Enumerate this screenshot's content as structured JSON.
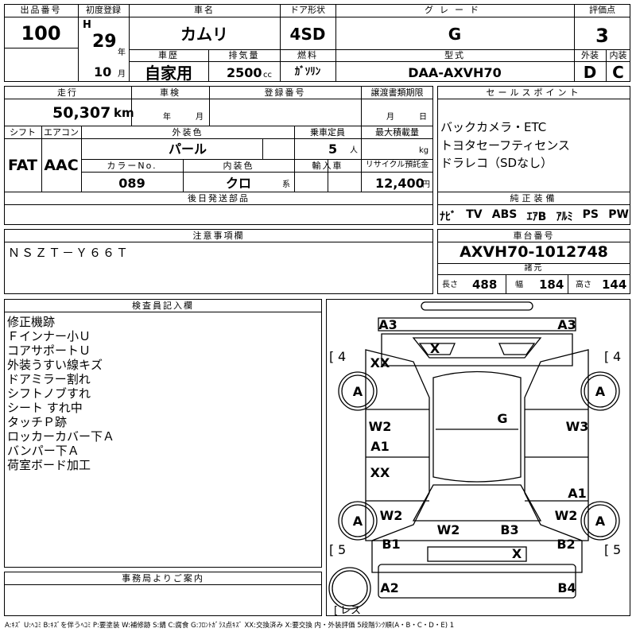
{
  "header": {
    "lot_label": "出品番号",
    "lot": "100",
    "first_reg_label": "初度登録",
    "era": "H",
    "year": "29",
    "year_unit": "年",
    "month": "10",
    "month_unit": "月",
    "car_name_label": "車名",
    "car_name": "カムリ",
    "door_label": "ドア形状",
    "door": "4SD",
    "grade_label": "グレード",
    "grade": "G",
    "score_label": "評価点",
    "score": "3",
    "history_label": "車歴",
    "history": "自家用",
    "displacement_label": "排気量",
    "displacement": "2500",
    "displacement_unit": "cc",
    "fuel_label": "燃料",
    "fuel": "ｶﾞｿﾘﾝ",
    "model_label": "型式",
    "model": "DAA-AXVH70",
    "ext_label": "外装",
    "ext": "D",
    "int_label": "内装",
    "int": "C"
  },
  "row2": {
    "mileage_label": "走行",
    "mileage": "50,307",
    "mileage_unit": "km",
    "inspection_label": "車検",
    "insp_year": "年",
    "insp_month": "月",
    "reg_label": "登録番号",
    "transfer_label": "譲渡書類期限",
    "transfer_month": "月",
    "transfer_day": "日",
    "shift_label": "シフト",
    "shift": "FAT",
    "ac_label": "エアコン",
    "ac": "AAC",
    "color_label": "外装色",
    "color": "パール",
    "capacity_label": "乗車定員",
    "capacity": "5",
    "capacity_unit": "人",
    "load_label": "最大積載量",
    "load_unit": "kg",
    "color_no_label": "カラーNo.",
    "color_no": "089",
    "interior_label": "内装色",
    "interior": "クロ",
    "interior_unit": "系",
    "import_label": "輸入車",
    "recycle_label": "リサイクル預託金",
    "recycle": "12,400",
    "recycle_unit": "円",
    "later_label": "後日発送部品"
  },
  "sales": {
    "label": "セールスポイント",
    "lines": [
      "バックカメラ・ETC",
      "トヨタセーフティセンス",
      "ドラレコ（SDなし）"
    ]
  },
  "equipment": {
    "label": "純正装備",
    "items": [
      "ﾅﾋﾞ",
      "TV",
      "ABS",
      "ｴｱB",
      "ｱﾙﾐ",
      "PS",
      "PW"
    ]
  },
  "notes": {
    "label": "注意事項欄",
    "text": "ＮＳＺＴ－Ｙ６６Ｔ"
  },
  "chassis": {
    "label": "車台番号",
    "number": "AXVH70-1012748",
    "dims_label": "諸元",
    "length_label": "長さ",
    "length": "488",
    "width_label": "幅",
    "width": "184",
    "height_label": "高さ",
    "height": "144"
  },
  "inspector": {
    "label": "検査員記入欄",
    "lines": [
      "修正機跡",
      "Ｆインナー小Ｕ",
      "コアサポートＵ",
      "外装うすい線キズ",
      "ドアミラー割れ",
      "シフトノブすれ",
      "シート すれ中",
      "タッチＰ跡",
      "ロッカーカバー下Ａ",
      "バンパー下Ａ",
      "荷室ボード加工"
    ]
  },
  "office": {
    "label": "事務局よりご案内"
  },
  "diagram": {
    "marks": {
      "fl_bumper": "A3",
      "fr_bumper": "A3",
      "windshield": "X",
      "left_tire_count": "4",
      "right_tire_count": "4",
      "hood_left": "XX",
      "tire_fl": "A",
      "tire_fr": "A",
      "roof": "G",
      "door_fl_1": "W2",
      "door_fl_2": "A1",
      "door_fr": "W3",
      "door_rl": "XX",
      "qtr_rr": "A1",
      "tire_rl": "A",
      "tire_rr": "A",
      "qtr_rl": "W2",
      "qtr_rr2": "W2",
      "rear_left": "W2",
      "rear_right": "B3",
      "rl_low": "B1",
      "rr_low": "B2",
      "rear_glass": "X",
      "rl_tire_count": "5",
      "rr_tire_count": "5",
      "bumper_rl": "A2",
      "bumper_rr": "B4",
      "spare": "レス"
    }
  },
  "legend": "A:ｷｽﾞ  U:ﾍｺﾐ  B:ｷｽﾞを伴うﾍｺﾐ  P:要塗装  W:補修跡  S:錆  C:腐食  G:ﾌﾛﾝﾄｶﾞﾗｽ点ｷｽﾞ  XX:交換済み  X:要交換   内・外装評価  5段階ﾗﾝｸ順(A・B・C・D・E) 1"
}
